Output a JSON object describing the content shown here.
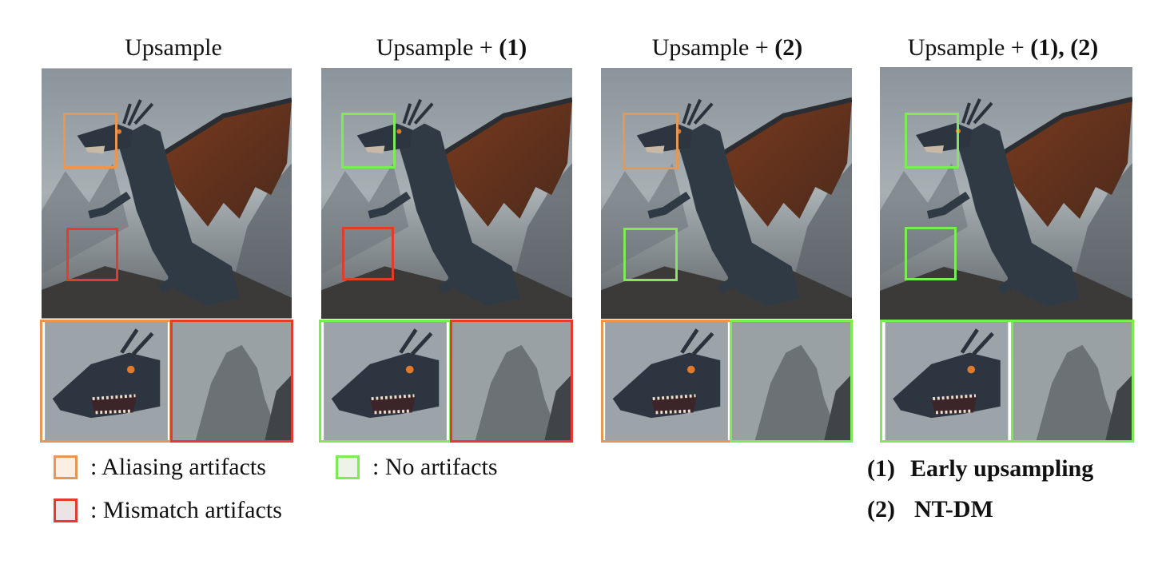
{
  "columns": [
    {
      "title": "Upsample",
      "suffix": ""
    },
    {
      "title": "Upsample + ",
      "suffix": "(1)"
    },
    {
      "title": "Upsample + ",
      "suffix": "(2)"
    },
    {
      "title": "Upsample + ",
      "suffix": "(1), (2)"
    }
  ],
  "legend": {
    "aliasing": ": Aliasing artifacts",
    "mismatch": ": Mismatch artifacts",
    "none": ": No artifacts"
  },
  "notes": {
    "note1_num": "(1)",
    "note1_text": "Early upsampling",
    "note2_num": "(2)",
    "note2_text": "NT-DM"
  },
  "colors": {
    "aliasing": "#e89651",
    "mismatch": "#e33b2c",
    "none": "#7cec53"
  }
}
